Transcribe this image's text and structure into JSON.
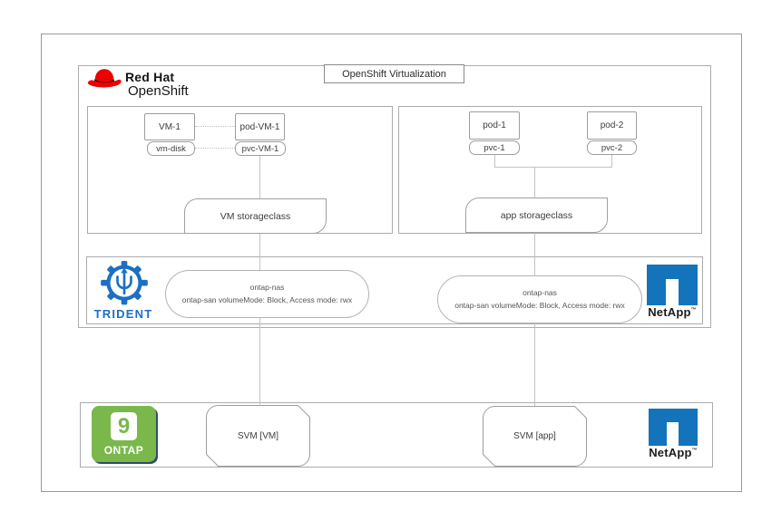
{
  "banner": "OpenShift Virtualization",
  "logos": {
    "redhat_line1": "Red Hat",
    "redhat_line2": "OpenShift",
    "trident": "TRIDENT",
    "netapp": "NetApp",
    "netapp_tm": "™",
    "ontap_label": "ONTAP",
    "ontap_digit": "9"
  },
  "left_group": {
    "vm": "VM-1",
    "vm_disk": "vm-disk",
    "pod": "pod-VM-1",
    "pvc": "pvc-VM-1",
    "storageclass": "VM storageclass",
    "backend_line1": "ontap-nas",
    "backend_line2": "ontap-san volumeMode: Block, Access mode: rwx",
    "svm": "SVM [VM]"
  },
  "right_group": {
    "pod1": "pod-1",
    "pvc1": "pvc-1",
    "pod2": "pod-2",
    "pvc2": "pvc-2",
    "storageclass": "app storageclass",
    "backend_line1": "ontap-nas",
    "backend_line2": "ontap-san volumeMode: Block, Access mode: rwx",
    "svm": "SVM [app]"
  },
  "colors": {
    "redhat_red": "#ee0000",
    "trident_blue": "#1d6fc2",
    "netapp_blue": "#1374bc",
    "ontap_green": "#7ab84c",
    "border_gray": "#9a9a9a",
    "line_gray": "#c3c3c3"
  }
}
